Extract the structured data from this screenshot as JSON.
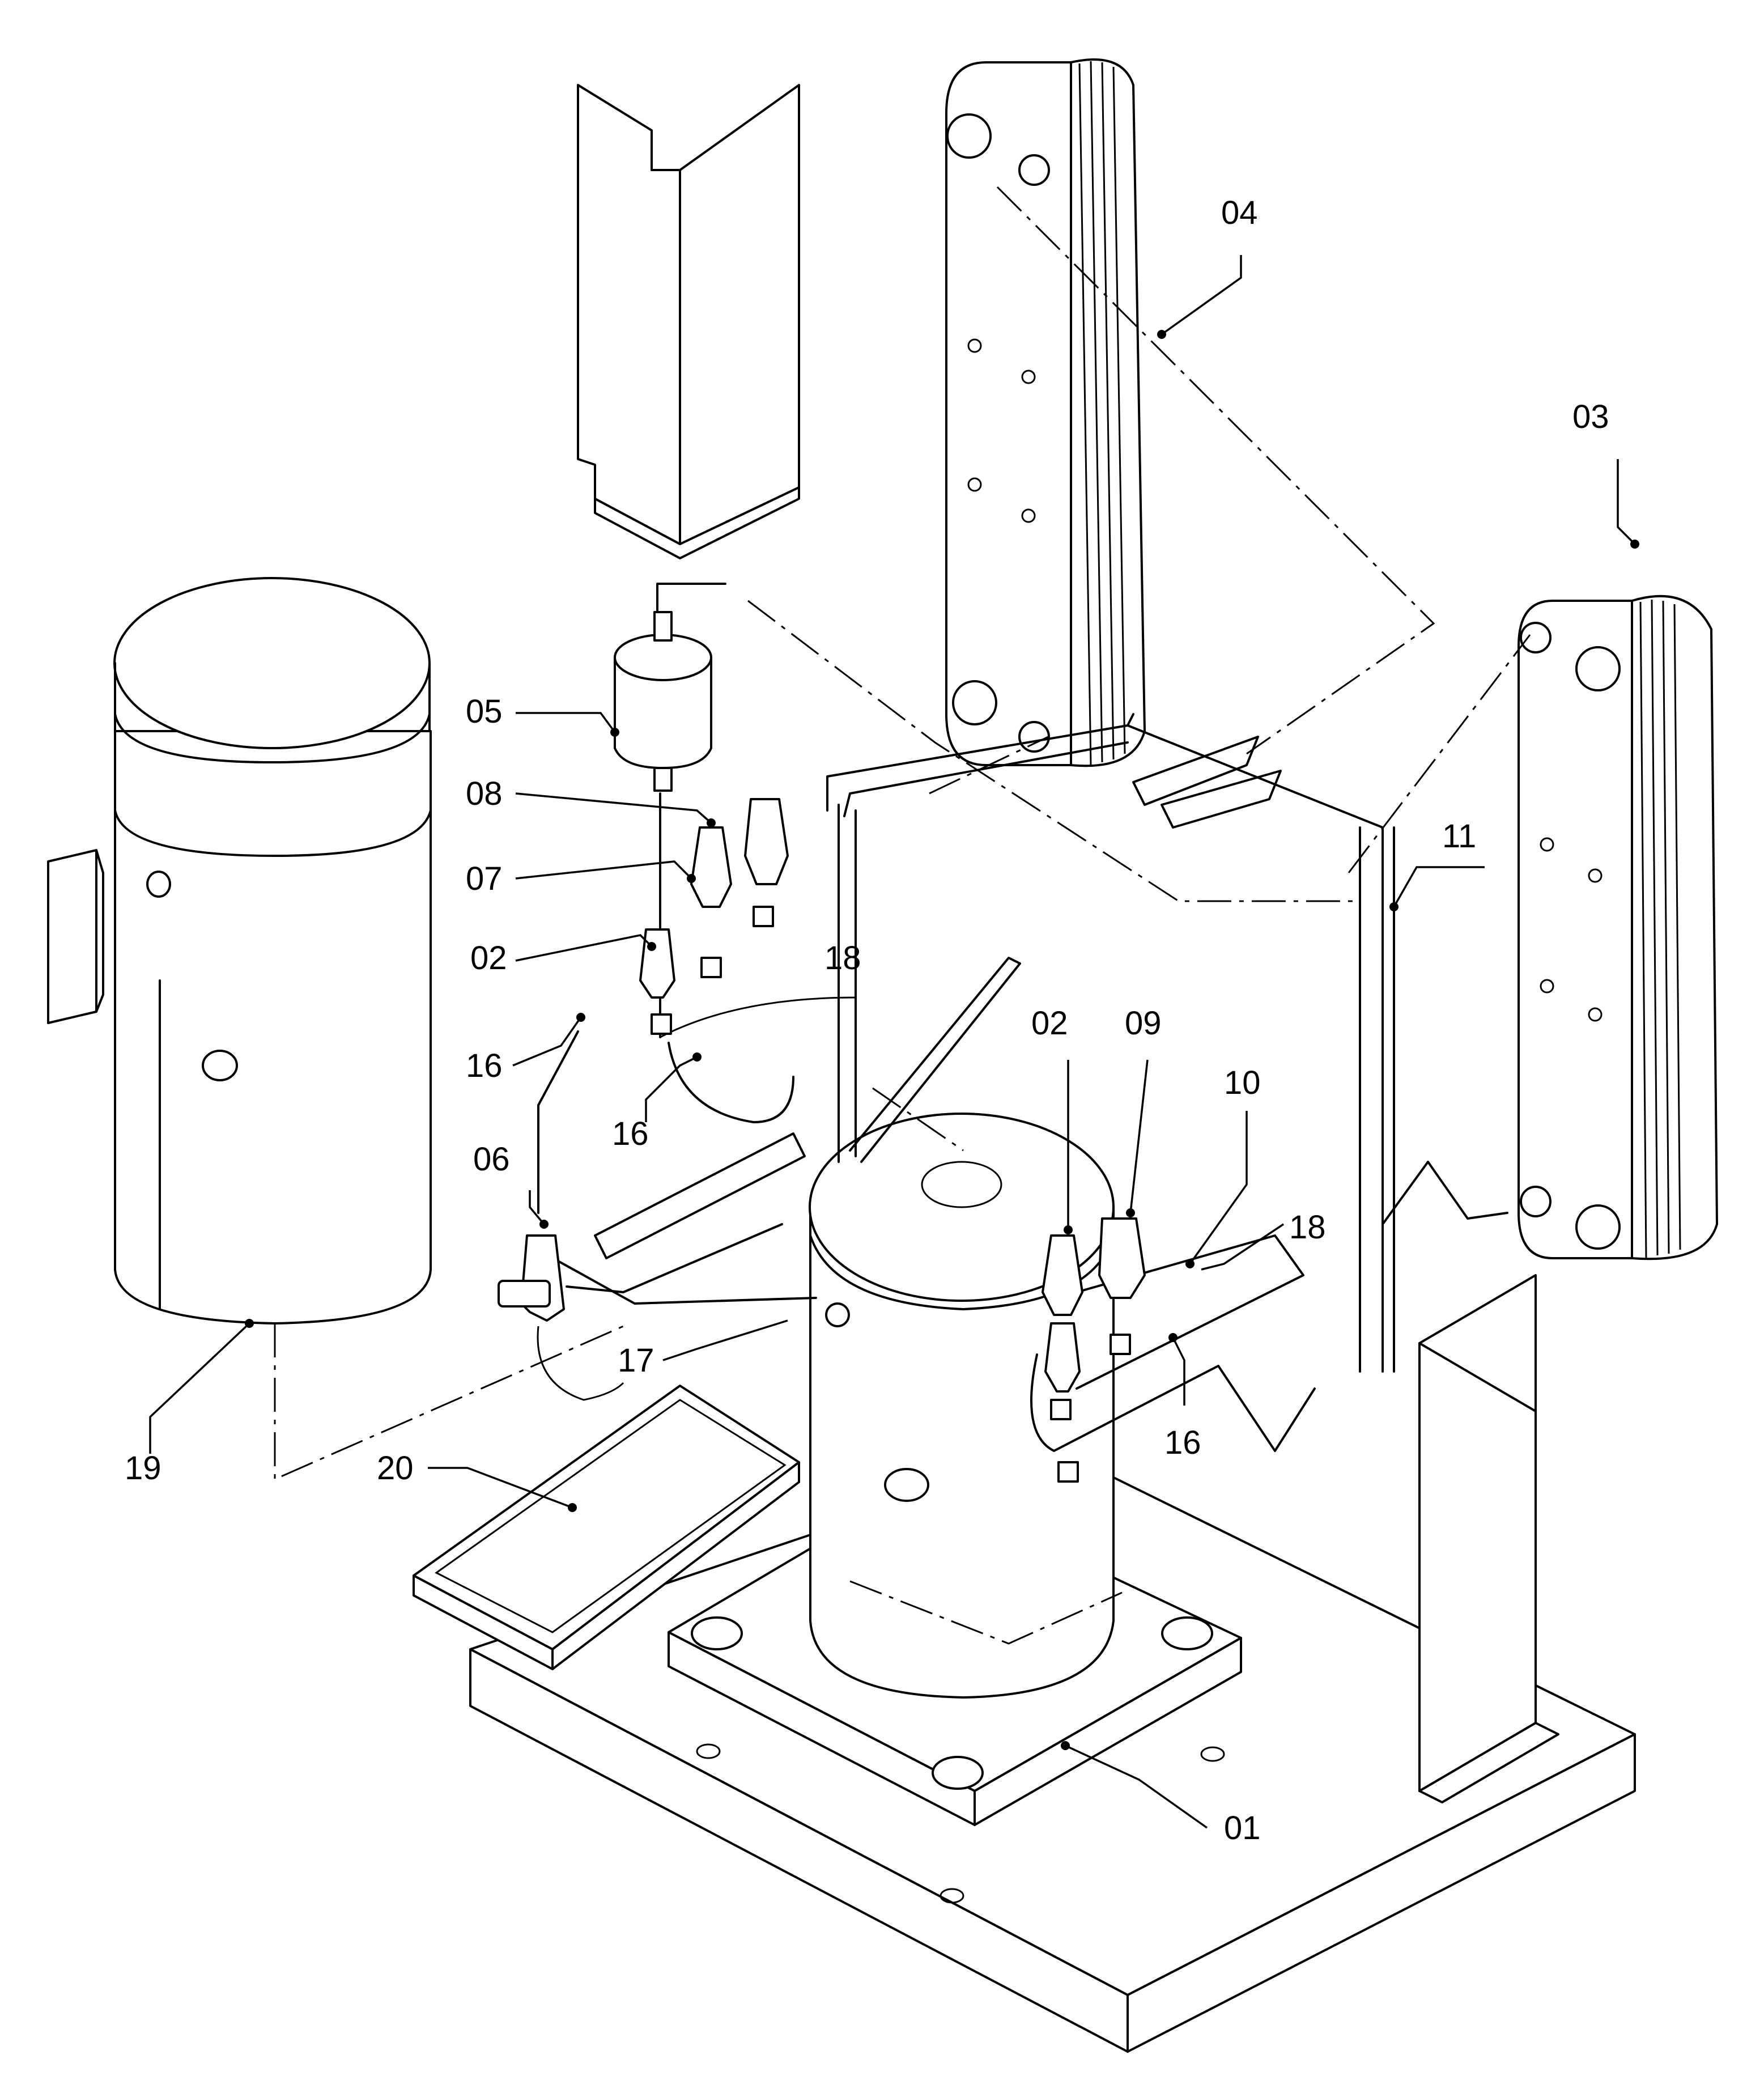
{
  "callouts": [
    "01",
    "02",
    "02",
    "03",
    "04",
    "05",
    "06",
    "07",
    "08",
    "09",
    "10",
    "11",
    "16",
    "16",
    "16",
    "17",
    "18",
    "18",
    "19",
    "20"
  ],
  "colors": {
    "line": "#000000",
    "background": "#ffffff"
  }
}
